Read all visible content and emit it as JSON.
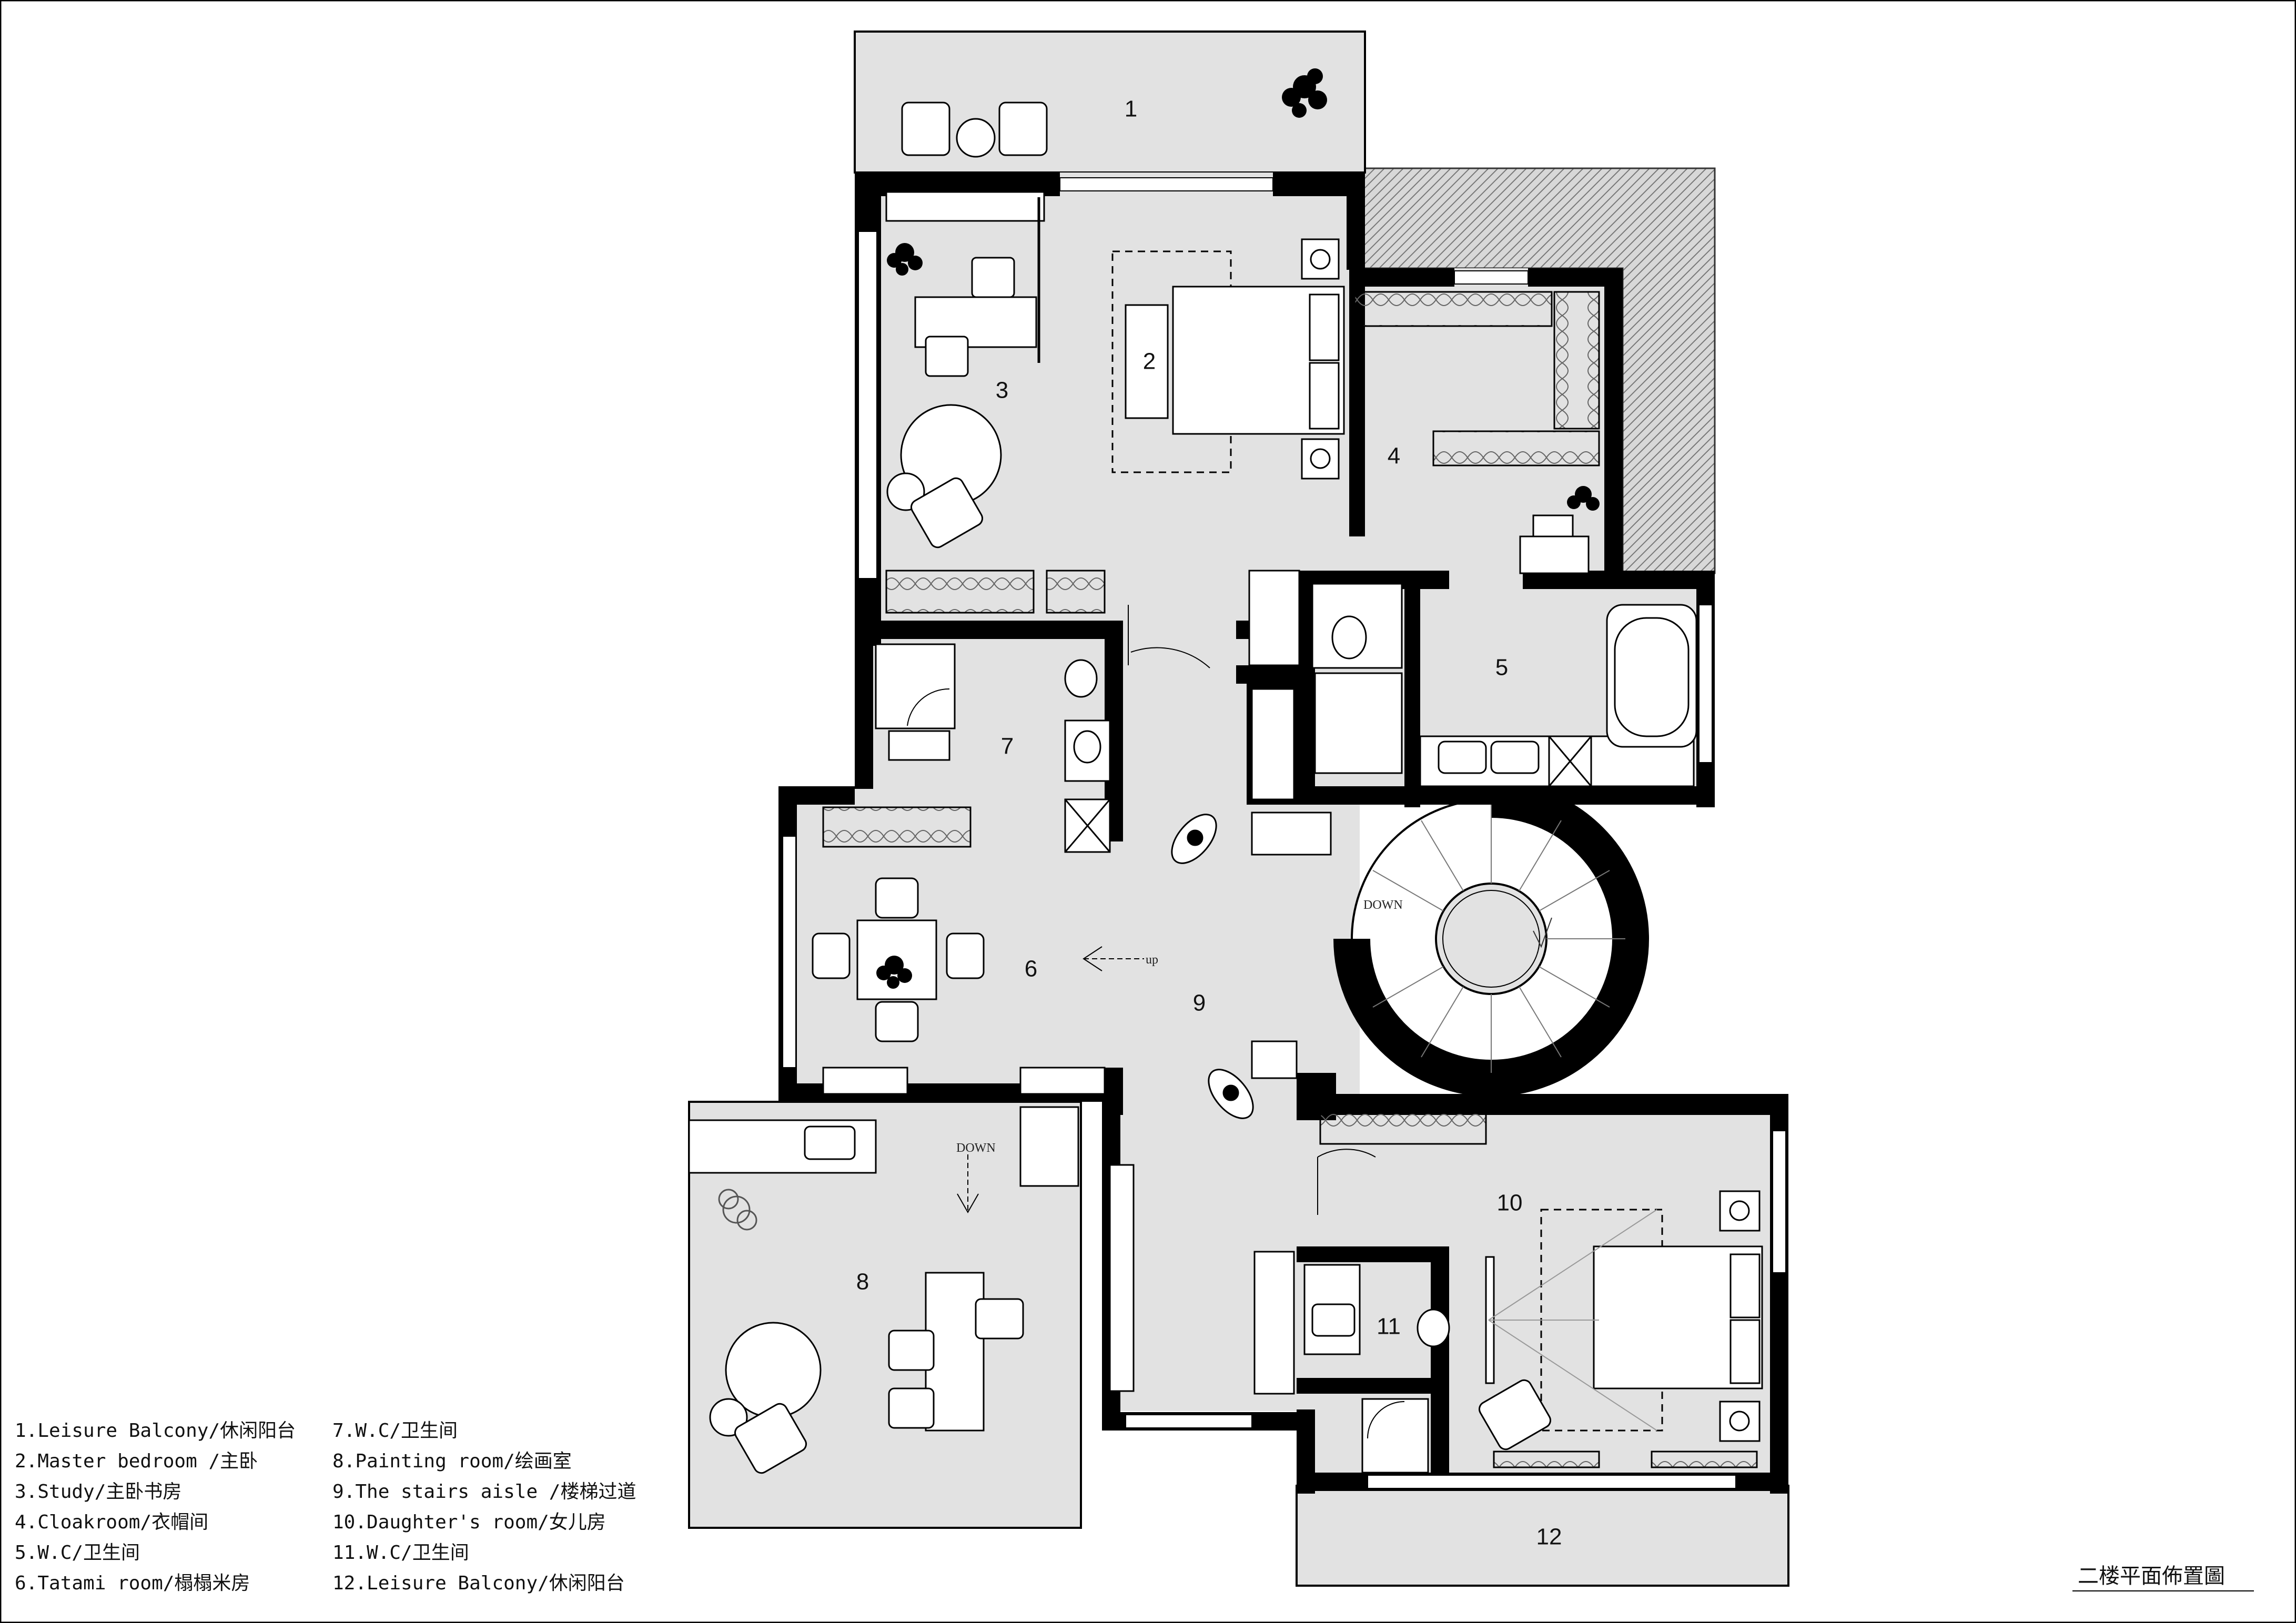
{
  "rooms": [
    {
      "num": "1"
    },
    {
      "num": "2"
    },
    {
      "num": "3"
    },
    {
      "num": "4"
    },
    {
      "num": "5"
    },
    {
      "num": "6"
    },
    {
      "num": "7"
    },
    {
      "num": "8"
    },
    {
      "num": "9"
    },
    {
      "num": "10"
    },
    {
      "num": "11"
    },
    {
      "num": "12"
    }
  ],
  "annotations": {
    "stairs_down": "DOWN",
    "painting_down": "DOWN",
    "tatami_up": "up"
  },
  "legend": {
    "left": [
      "1.Leisure Balcony/休闲阳台",
      "2.Master bedroom /主卧",
      "3.Study/主卧书房",
      "4.Cloakroom/衣帽间",
      "5.W.C/卫生间",
      "6.Tatami room/榻榻米房"
    ],
    "right": [
      "7.W.C/卫生间",
      "8.Painting room/绘画室",
      "9.The stairs aisle /楼梯过道",
      "10.Daughter's room/女儿房",
      "11.W.C/卫生间",
      "12.Leisure Balcony/休闲阳台"
    ]
  },
  "title": "二楼平面佈置圖",
  "colors": {
    "floor": "#e2e2e2",
    "wall": "#000000",
    "background": "#ffffff"
  }
}
